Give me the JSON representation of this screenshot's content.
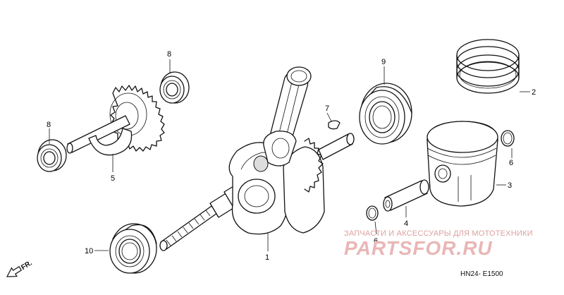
{
  "callouts": {
    "c1": "1",
    "c2": "2",
    "c3": "3",
    "c4": "4",
    "c5": "5",
    "c6a": "6",
    "c6b": "6",
    "c7": "7",
    "c8a": "8",
    "c8b": "8",
    "c9": "9",
    "c10": "10"
  },
  "front_arrow": "FR.",
  "watermark": {
    "tagline": "ЗАПЧАСТИ И АКСЕССУАРЫ ДЛЯ МОТОТЕХНИКИ",
    "logo": "PARTSFOR.RU"
  },
  "diagram_code": "HN24- E1500",
  "colors": {
    "ink": "#111111",
    "watermark": "#e2a9a9",
    "background": "#ffffff"
  }
}
